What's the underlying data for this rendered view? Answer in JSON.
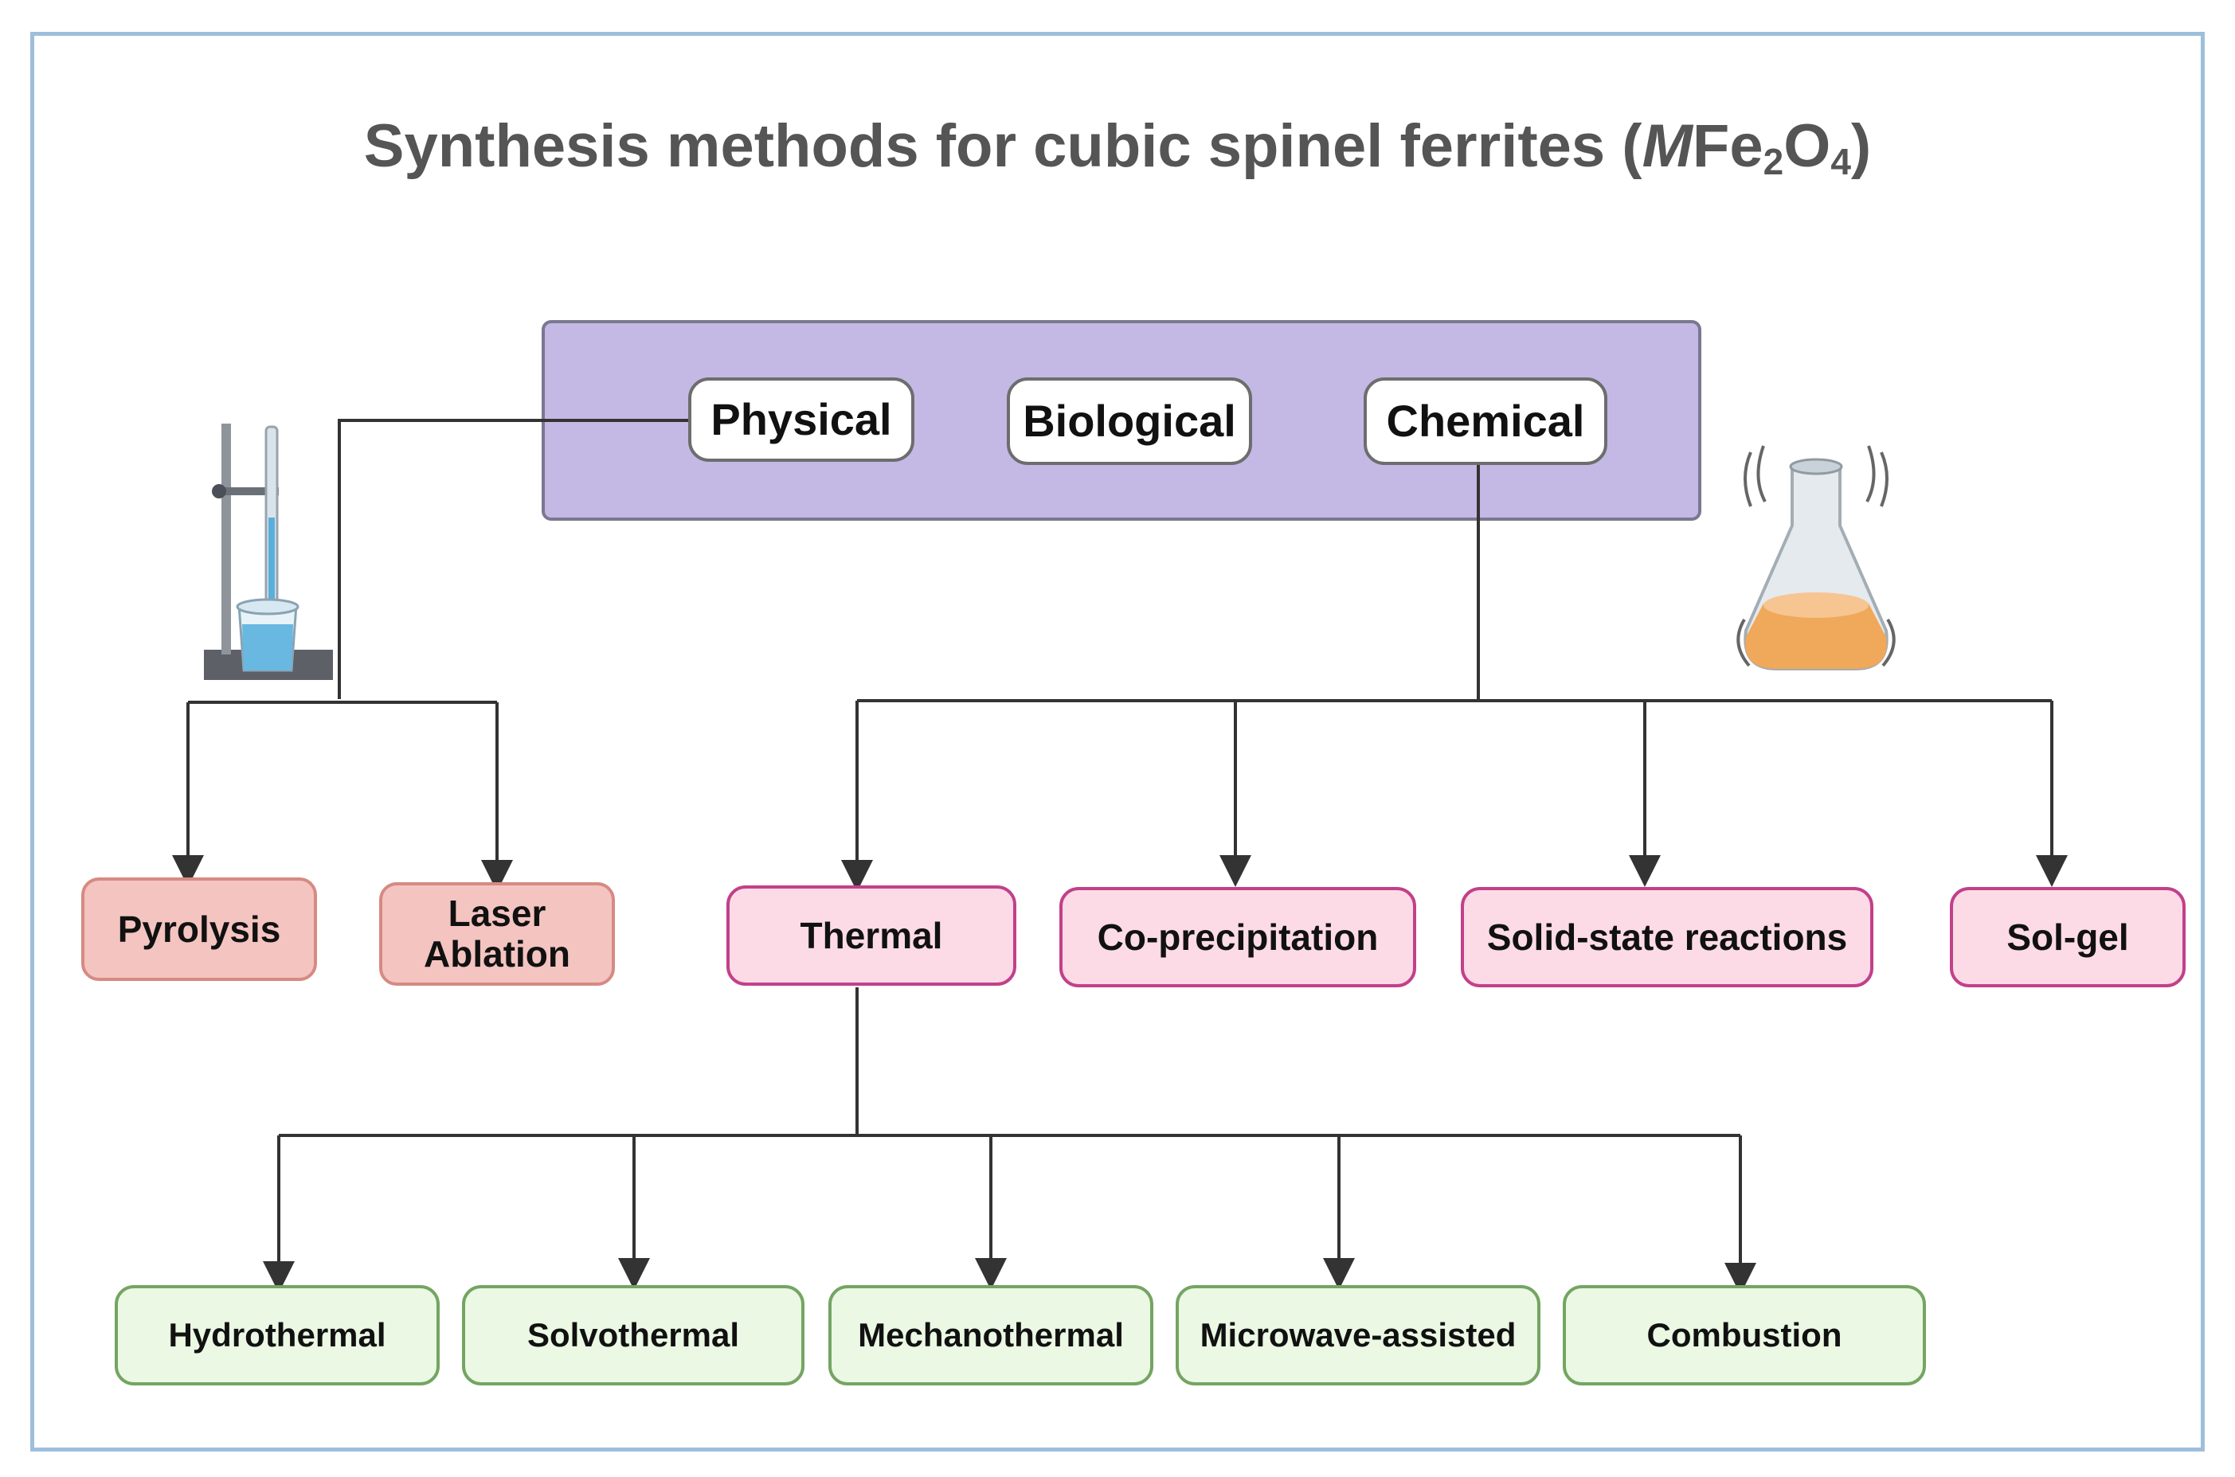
{
  "title": {
    "prefix": "Synthesis methods for cubic spinel ferrites (",
    "metal": "M",
    "fe": "Fe",
    "fe_sub": "2",
    "o": "O",
    "o_sub": "4",
    "suffix": ")"
  },
  "categories": {
    "physical": "Physical",
    "biological": "Biological",
    "chemical": "Chemical"
  },
  "physical_methods": [
    "Pyrolysis",
    "Laser Ablation"
  ],
  "chemical_methods": [
    "Thermal",
    "Co-precipitation",
    "Solid-state reactions",
    "Sol-gel"
  ],
  "thermal_methods": [
    "Hydrothermal",
    "Solvothermal",
    "Mechanothermal",
    "Microwave-assisted",
    "Combustion"
  ],
  "illustrations": {
    "physical": "burette-stand-beaker-icon",
    "chemical": "shaking-erlenmeyer-flask-icon"
  },
  "colors": {
    "panel": "#c4b9e5",
    "physical_child_fill": "#f4c4c0",
    "chemical_child_fill": "#fcdbe6",
    "thermal_child_fill": "#eaf8e4",
    "title": "#555555",
    "frame": "#9dbfdc"
  }
}
